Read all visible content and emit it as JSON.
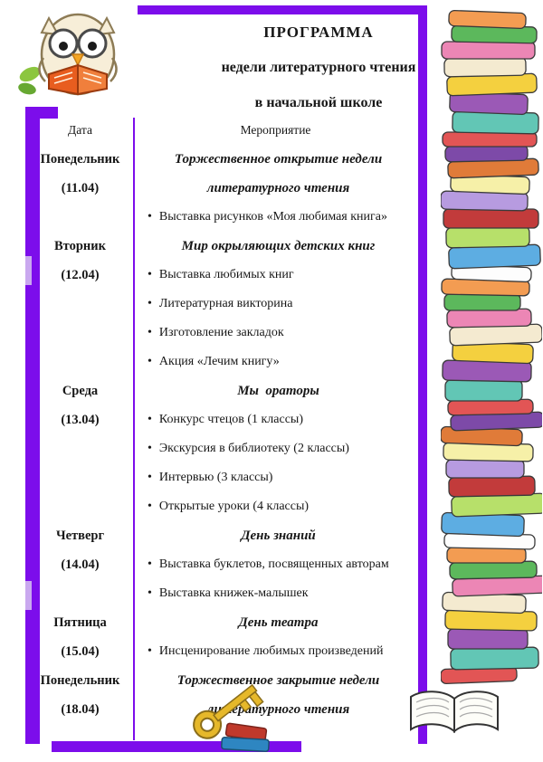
{
  "page": {
    "title_lines": [
      "ПРОГРАММА",
      "недели литературного чтения",
      "в начальной школе"
    ]
  },
  "table": {
    "headers": {
      "date": "Дата",
      "event": "Мероприятие"
    },
    "days": [
      {
        "day": "Понедельник",
        "date": "(11.04)",
        "title_lines": [
          "Торжественное открытие недели",
          "литературного чтения"
        ],
        "bullets": [
          "Выставка рисунков «Моя любимая книга»"
        ]
      },
      {
        "day": "Вторник",
        "date": "(12.04)",
        "title_lines": [
          "Мир окрыляющих детских книг"
        ],
        "bullets": [
          "Выставка любимых книг",
          "Литературная викторина",
          "Изготовление закладок",
          "Акция «Лечим книгу»"
        ]
      },
      {
        "day": "Среда",
        "date": "(13.04)",
        "title_lines": [
          "Мы  ораторы"
        ],
        "bullets": [
          "Конкурс чтецов (1 классы)",
          "Экскурсия в библиотеку (2 классы)",
          "Интервью (3 классы)",
          "Открытые уроки (4 классы)"
        ]
      },
      {
        "day": "Четверг",
        "date": "(14.04)",
        "title_lines": [
          "День знаний"
        ],
        "bullets": [
          "Выставка буклетов, посвященных авторам",
          "Выставка книжек-малышек"
        ]
      },
      {
        "day": "Пятница",
        "date": "(15.04)",
        "title_lines": [
          "День театра"
        ],
        "bullets": [
          "Инсценирование любимых произведений"
        ]
      },
      {
        "day": "Понедельник",
        "date": "(18.04)",
        "title_lines": [
          "Торжественное закрытие недели",
          "литературного чтения"
        ],
        "bullets": []
      }
    ]
  },
  "decor": {
    "frame_color": "#7c0deb",
    "notch_color": "#c9a8ef",
    "icons": [
      "owl-reading-illustration",
      "books-stack-illustration",
      "open-book-illustration",
      "key-books-decoration"
    ]
  }
}
